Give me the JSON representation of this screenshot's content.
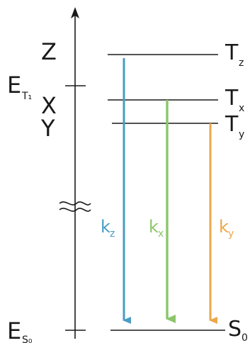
{
  "axis": {
    "top_label": "E",
    "top_subscript": "T₁",
    "bottom_label": "E",
    "bottom_subscript": "S₀"
  },
  "left_labels": [
    "Z",
    "X",
    "Y"
  ],
  "levels": {
    "tz": {
      "label": "T",
      "sub": "z"
    },
    "tx": {
      "label": "T",
      "sub": "x"
    },
    "ty": {
      "label": "T",
      "sub": "y"
    },
    "s0": {
      "label": "S",
      "sub": "0"
    }
  },
  "rates": {
    "kz": {
      "label": "k",
      "sub": "z",
      "color": "#4a9cc4"
    },
    "kx": {
      "label": "k",
      "sub": "x",
      "color": "#8cc66a"
    },
    "ky": {
      "label": "k",
      "sub": "y",
      "color": "#eaa84a"
    }
  },
  "colors": {
    "axis": "#1a1a1a",
    "text": "#1a1a1a"
  }
}
